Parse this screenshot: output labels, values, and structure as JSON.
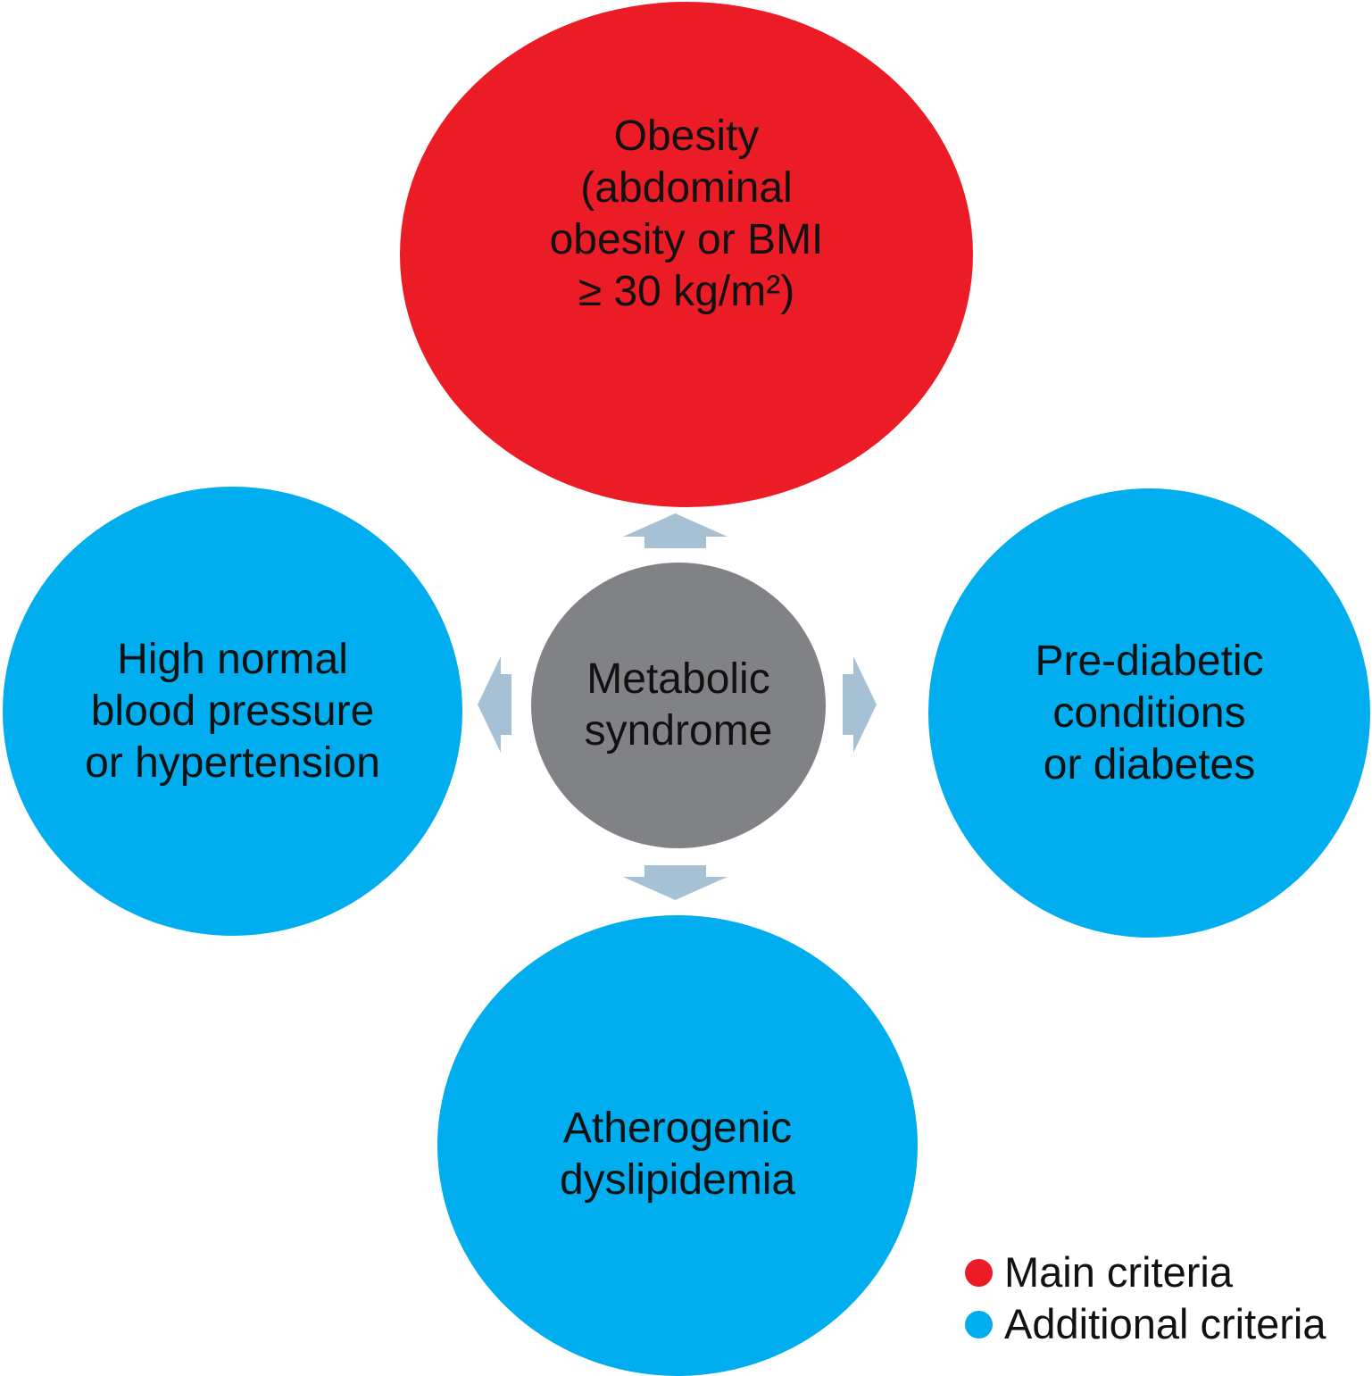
{
  "center_node": {
    "lines": [
      "Metabolic",
      "syndrome"
    ]
  },
  "nodes": {
    "top": {
      "criteria": "main",
      "lines": [
        "Obesity",
        "(abdominal",
        "obesity or BMI",
        "≥ 30 kg/m²)"
      ]
    },
    "left": {
      "criteria": "additional",
      "lines": [
        "High normal",
        "blood pressure",
        "or hypertension"
      ]
    },
    "right": {
      "criteria": "additional",
      "lines": [
        "Pre-diabetic",
        "conditions",
        "or diabetes"
      ]
    },
    "bottom": {
      "criteria": "additional",
      "lines": [
        "Atherogenic",
        "dyslipidemia"
      ]
    }
  },
  "legend": {
    "items": [
      {
        "label": "Main criteria",
        "color": "#EC1C26"
      },
      {
        "label": "Additional criteria",
        "color": "#00ADEE"
      }
    ]
  },
  "colors": {
    "main_criteria": "#EC1C26",
    "additional_criteria": "#00ADEE",
    "center_circle": "#808285",
    "arrow": "#A6C0D4",
    "text": "#111111",
    "background": "#FFFFFF"
  }
}
